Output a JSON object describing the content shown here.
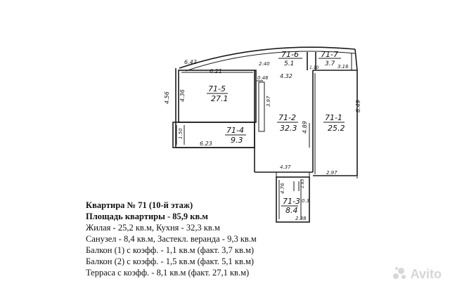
{
  "plan": {
    "rooms": [
      {
        "code": "71-5",
        "area": "27.1"
      },
      {
        "code": "71-4",
        "area": "9.3"
      },
      {
        "code": "71-2",
        "area": "32.3"
      },
      {
        "code": "71-1",
        "area": "25.2"
      },
      {
        "code": "71-3",
        "area": "8.4"
      },
      {
        "code": "71-6",
        "area": "5.1"
      },
      {
        "code": "71-7",
        "area": "3.7"
      }
    ],
    "dims": {
      "d642": "6.42",
      "d621": "6.21",
      "d240": "2.40",
      "d456": "4.56",
      "d436": "4.36",
      "d046": "0.46",
      "d432": "4.32",
      "d397": "3.97",
      "d150": "1.50",
      "d623": "6.23",
      "d489": "4.89",
      "d849": "8.49",
      "d437": "4.37",
      "d297": "2.97",
      "d316": "3.16",
      "d476": "4.76",
      "d183": "1.83",
      "d03": "0.3",
      "d238": "2.38",
      "d110": "1.10"
    }
  },
  "info": {
    "line1": "Квартира № 71 (10-й этаж)",
    "line2": "Площадь квартиры  - 85,9 кв.м",
    "line3": "Жилая - 25,2 кв.м, Кухня - 32,3 кв.м",
    "line4": "Санузел - 8,4 кв.м, Застекл. веранда - 9,3 кв.м",
    "line5": "Балкон (1) с коэфф. - 1,1 кв.м (факт. 3,7 кв.м)",
    "line6": "Балкон (2) с коэфф. - 1,5 кв.м (факт. 5,1 кв.м)",
    "line7": "Терраса с коэфф. - 8,1 кв.м (факт. 27,1 кв.м)"
  },
  "watermark": {
    "text": "Avito"
  }
}
